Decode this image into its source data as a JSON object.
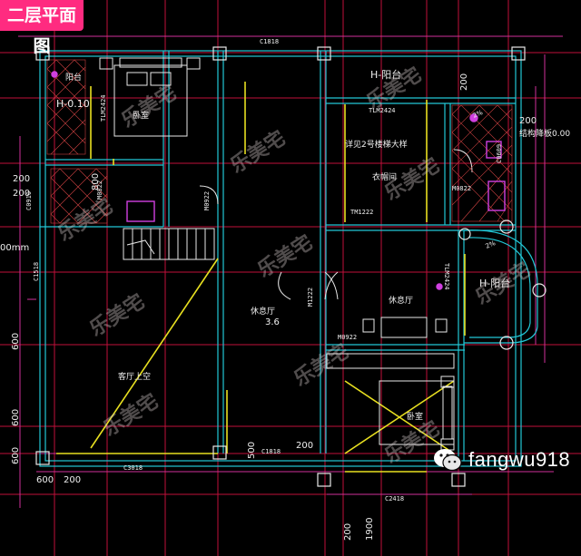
{
  "title": "二层平面图",
  "brand": {
    "handle": "fangwu918"
  },
  "watermark": "乐美宅",
  "rooms": {
    "balcony_left": "阳台",
    "balcony_left_level": "H-0.10",
    "bedroom_top": "卧室",
    "balcony_top_right": "H-阳台",
    "stair_note": "详见2号楼梯大样",
    "closet": "衣帽间",
    "lounge_right": "休息厅",
    "balcony_right": "H-阳台",
    "structure_note": "结构降板0.00",
    "lounge_main": "休息厅",
    "lounge_main_height": "3.6",
    "living_void": "客厅上空",
    "bedroom_bottom": "卧室"
  },
  "openings": {
    "c1818_top": "C1818",
    "tlm2424_top": "TLM2424",
    "tlm2424_left": "TLM2424",
    "m0822_left": "M0822",
    "m0922_mid": "M0922",
    "tm1222": "TM1222",
    "m0822_right": "M0822",
    "c0910": "C0910",
    "c1518": "C1518",
    "m1222": "M1222",
    "m0922_lower": "M0922",
    "tlm2424_right": "TLM2424",
    "c1818_bottom": "C1818",
    "c3018": "C3018",
    "c2418": "C2418",
    "c0609": "C0609"
  },
  "dimensions": {
    "d200_tr": "200",
    "d200_r": "200",
    "d200_l1": "200",
    "d200_l2": "200",
    "d800": "800",
    "d600_a": "600",
    "d600_b": "600",
    "d600_c": "600",
    "d200_b1": "200",
    "d200_b2": "200",
    "d500": "500",
    "d1900": "1900",
    "d200_bb": "200",
    "d00mm": "00mm",
    "d2": "2%",
    "d2b": "2%"
  }
}
